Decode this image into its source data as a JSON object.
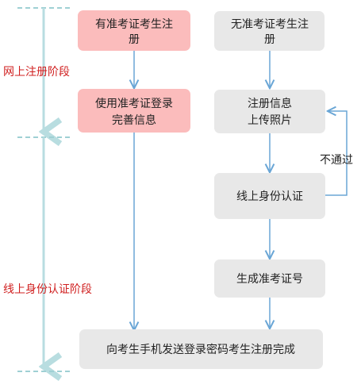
{
  "stages": {
    "online_registration": "网上注册阶段",
    "identity_verification": "线上身份认证阶段"
  },
  "boxes": {
    "with_ticket": {
      "line1": "有准考证考生注",
      "line2": "册",
      "color": "#fbbcbc"
    },
    "without_ticket": {
      "line1": "无准考证考生注",
      "line2": "册",
      "color": "#e8e8e8"
    },
    "use_ticket_login": {
      "line1": "使用准考证登录",
      "line2": "完善信息",
      "color": "#fbbcbc"
    },
    "register_info": {
      "line1": "注册信息",
      "line2": "上传照片",
      "color": "#e8e8e8"
    },
    "online_identity": {
      "line1": "线上身份认证",
      "color": "#e8e8e8"
    },
    "generate_ticket": {
      "line1": "生成准考证号",
      "color": "#e8e8e8"
    },
    "complete": {
      "line1": "向考生手机发送登录密码考生注册完成",
      "color": "#e8e8e8"
    }
  },
  "labels": {
    "fail": "不通过"
  },
  "colors": {
    "arrow": "#6aa6d6",
    "stage_text": "#d02020",
    "phase_line": "#b8dde0"
  }
}
